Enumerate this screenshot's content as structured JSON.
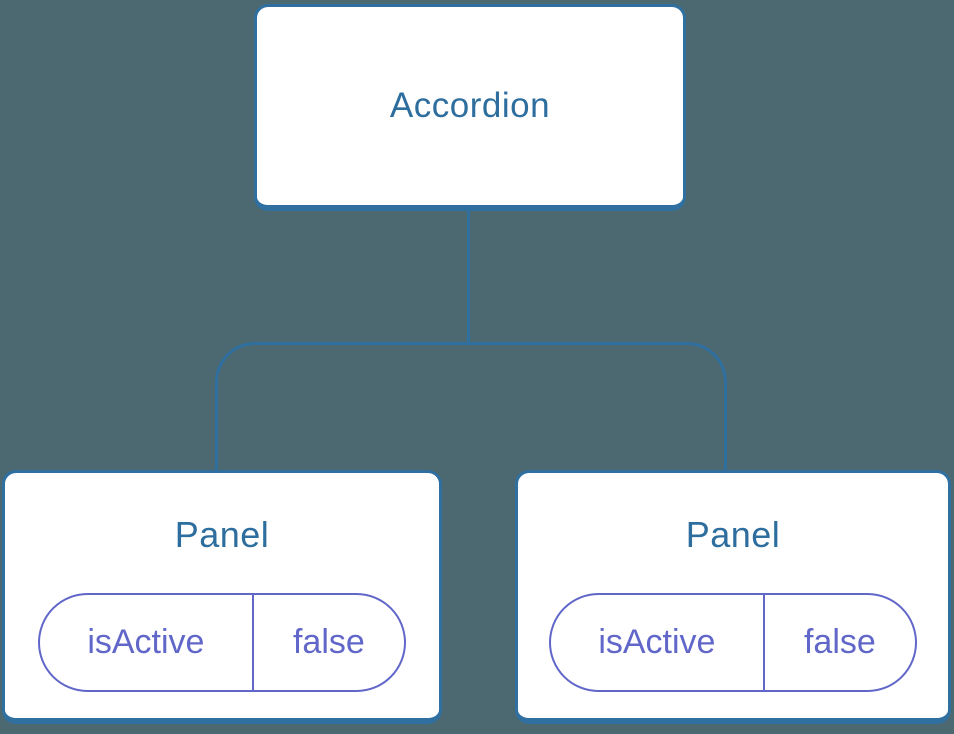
{
  "diagram": {
    "type": "component-tree",
    "root": {
      "label": "Accordion"
    },
    "children": [
      {
        "label": "Panel",
        "state": {
          "key": "isActive",
          "value": "false"
        }
      },
      {
        "label": "Panel",
        "state": {
          "key": "isActive",
          "value": "false"
        }
      }
    ]
  },
  "colors": {
    "background": "#4C6972",
    "node_border": "#2F70A0",
    "node_text": "#2E6E9E",
    "state_pill": "#6167C9",
    "node_fill": "#FFFFFF"
  }
}
